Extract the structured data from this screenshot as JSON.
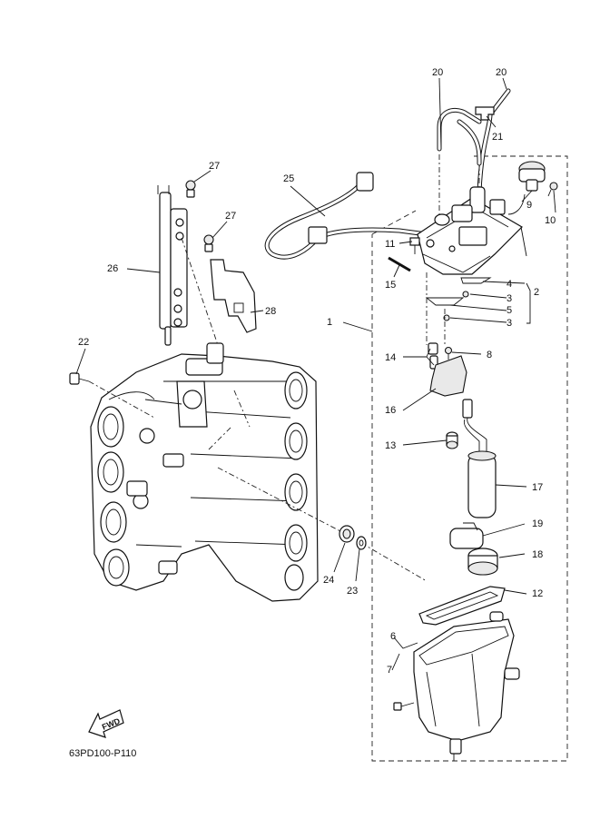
{
  "diagram": {
    "drawing_code": "63PD100-P110",
    "fwd_label": "FWD",
    "callouts": [
      "1",
      "2",
      "3",
      "3",
      "4",
      "5",
      "6",
      "7",
      "8",
      "9",
      "10",
      "11",
      "12",
      "13",
      "14",
      "15",
      "16",
      "17",
      "18",
      "19",
      "20",
      "20",
      "21",
      "22",
      "23",
      "24",
      "25",
      "26",
      "27",
      "27",
      "28"
    ]
  }
}
